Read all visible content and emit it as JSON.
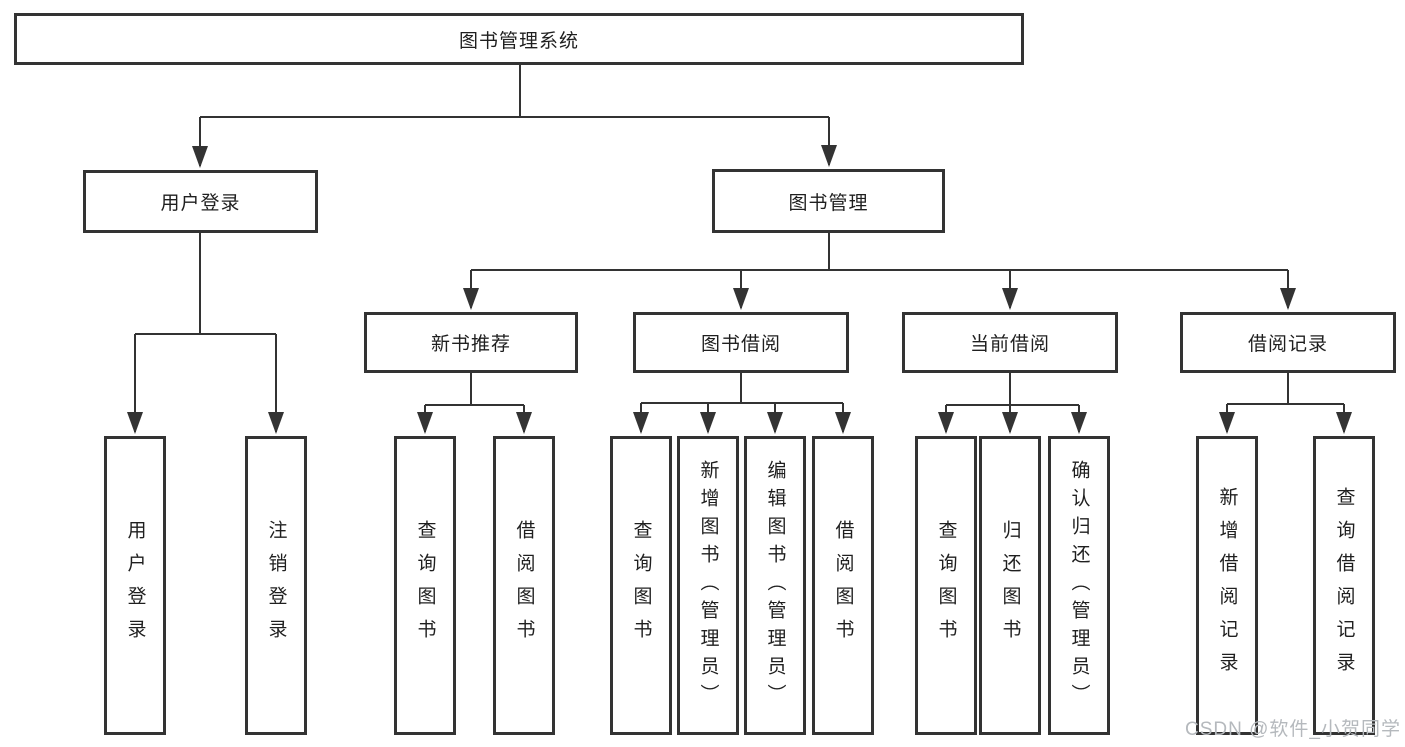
{
  "diagram": {
    "root": {
      "label": "图书管理系统"
    },
    "level2": {
      "user_login": {
        "label": "用户登录"
      },
      "book_mgmt": {
        "label": "图书管理"
      }
    },
    "level3": {
      "new_book_rec": {
        "label": "新书推荐"
      },
      "book_borrow": {
        "label": "图书借阅"
      },
      "current_borrow": {
        "label": "当前借阅"
      },
      "borrow_records": {
        "label": "借阅记录"
      }
    },
    "leaves": {
      "user_login": {
        "label": "用户登录"
      },
      "logout": {
        "label": "注销登录"
      },
      "rec_query_books": {
        "label": "查询图书"
      },
      "rec_borrow_books": {
        "label": "借阅图书"
      },
      "borrow_query_books": {
        "label": "查询图书"
      },
      "borrow_add_books": {
        "label": "新增图书（管理员）"
      },
      "borrow_edit_books": {
        "label": "编辑图书（管理员）"
      },
      "borrow_borrow_books": {
        "label": "借阅图书"
      },
      "current_query_books": {
        "label": "查询图书"
      },
      "current_return_books": {
        "label": "归还图书"
      },
      "current_confirm_return": {
        "label": "确认归还（管理员）"
      },
      "records_add_record": {
        "label": "新增借阅记录"
      },
      "records_query_record": {
        "label": "查询借阅记录"
      }
    },
    "colors": {
      "line": "#333333",
      "box_border": "#333333",
      "box_bg": "#ffffff",
      "text": "#1f1f1f",
      "watermark": "#b5b9bd"
    },
    "watermark": "CSDN @软件_小贺同学"
  }
}
